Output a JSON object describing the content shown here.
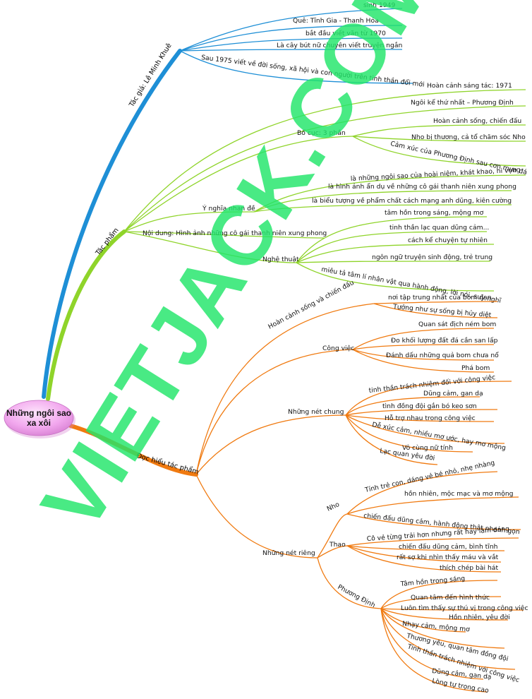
{
  "root": {
    "line1": "Những ngôi sao",
    "line2": "xa xôi"
  },
  "watermark": "VIETJACK.COM",
  "colors": {
    "blue": "#1e8fd6",
    "green": "#8fd42a",
    "orange": "#f07a10",
    "root_fill": "#f2a8ee"
  },
  "branch_author": {
    "label": "Tác giả: Lê Minh Khuê",
    "items": [
      "sinh 1949",
      "Quê: Tĩnh Gia - Thanh Hóa",
      "bắt đầu viết văn từ 1970",
      "Là cây bút nữ chuyên viết truyện ngắn",
      "Sau 1975 viết về đời sống, xã hội và con người trên tinh thần đổi mới"
    ]
  },
  "branch_work": {
    "label": "Tác phẩm",
    "context": "Hoàn cảnh sáng tác: 1971",
    "narrator": "Ngôi kể thứ nhất – Phương Định",
    "structure": {
      "label": "Bố cục: 3 phần",
      "items": [
        "Hoàn cảnh sống, chiến đấu",
        "Nho bị thương, cả tổ chăm sóc Nho",
        "Cảm xúc của Phương Định sau cơn mưa đá"
      ]
    },
    "title_meaning": {
      "label": "Ý nghĩa nhan đề",
      "items": [
        "là những ngôi sao của hoài niệm, khát khao, hi vọng",
        "là hình ảnh ẩn dụ về những cô gái thanh niên xung phong",
        "là biểu tượng về phẩm chất cách mạng anh dũng, kiên cường"
      ]
    },
    "content": "Nội dung: Hình ảnh những cô gái thanh niên xung phong",
    "art": {
      "label": "Nghệ thuật",
      "items": [
        "tâm hồn trong sáng, mộng mơ",
        "tinh thần lạc quan dũng cảm...",
        "cách kể chuyện tự nhiên",
        "ngôn ngữ truyện sinh động, trẻ trung",
        "miêu tả tâm lí nhân vật qua hành động, lời nói, suy nghĩ"
      ]
    }
  },
  "branch_reading": {
    "label": "Đọc hiểu tác phẩm",
    "circumstances": {
      "label": "Hoàn cảnh sống và chiến đấu",
      "items": [
        "nơi tập trung nhất của bom đạn",
        "Tưởng như sự sống bị hủy diệt"
      ]
    },
    "job": {
      "label": "Công việc",
      "items": [
        "Quan sát địch ném bom",
        "Đo khối lượng đất đá cần san lấp",
        "Đánh dấu những quả bom chưa nổ",
        "Phá bom"
      ]
    },
    "common": {
      "label": "Những nét chung",
      "items": [
        "tinh thần trách nhiệm đối với công việc",
        "Dũng cảm, gan dạ",
        "tình đồng đội gắn bó keo sơn",
        "Hỗ trợ nhau trong công việc",
        "Dễ xúc cảm, nhiều mơ ước, hay mơ mộng",
        "Vô cùng nữ tính",
        "Lạc quan yêu đời"
      ]
    },
    "private": {
      "label": "Những nét riêng",
      "nho": {
        "label": "Nho",
        "items": [
          "Tính trẻ con, dáng vẻ bé nhỏ, nhẹ nhàng",
          "hồn nhiên, mộc mạc và mơ mộng",
          "chiến đấu dũng cảm, hành động thật nhanh gọn"
        ]
      },
      "thao": {
        "label": "Thao",
        "items": [
          "Cô vẻ từng trải hơn nhưng rất hay làm dáng",
          "chiến đấu dũng cảm, bình tĩnh",
          "rất sợ khi nhìn thấy máu và vắt",
          "thích chép bài hát"
        ]
      },
      "phuongdinh": {
        "label": "Phương Định",
        "items": [
          "Tâm hồn trong sáng",
          "Quan tâm đến hình thức",
          "Luôn tìm thấy sự thú vị trong công việc",
          "Hồn nhiên, yêu đời",
          "Nhạy cảm, mộng mơ",
          "Thương yêu, quan tâm đồng đội",
          "Tinh thần trách nhiệm với công việc",
          "Dũng cảm, gan dạ",
          "Lòng tự trọng cao"
        ]
      }
    }
  }
}
